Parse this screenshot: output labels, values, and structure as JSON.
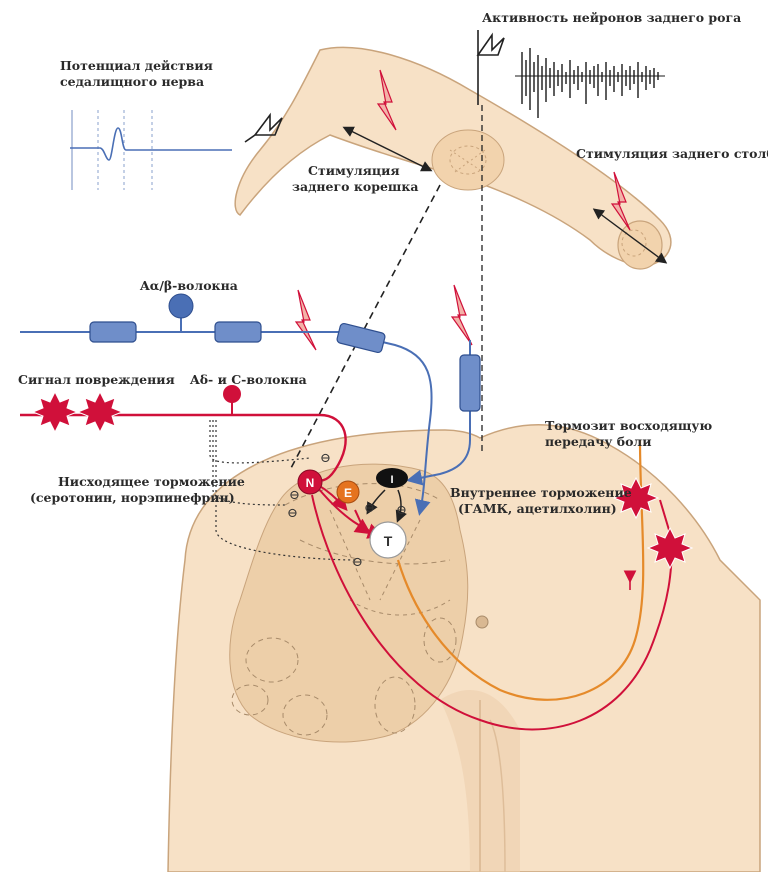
{
  "labels": {
    "action_potential_line1": "Потенциал действия",
    "action_potential_line2": "седалищного нерва",
    "dorsal_horn_activity": "Активность нейронов заднего рога",
    "dorsal_root_stim_line1": "Стимуляция",
    "dorsal_root_stim_line2": "заднего корешка",
    "dorsal_column_stim": "Стимуляция заднего столба",
    "abeta_fibers": "Aα/β-волокна",
    "injury_signal": "Сигнал повреждения",
    "adelta_c_fibers": "Aδ- и C-волокна",
    "descending_inhibition_line1": "Нисходящее торможение",
    "descending_inhibition_line2": "(серотонин, норэпинефрин)",
    "internal_inhibition_line1": "Внутреннее торможение",
    "internal_inhibition_line2": "(ГАМК, ацетилхолин)",
    "inhibits_ascending_line1": "Тормозит восходящую",
    "inhibits_ascending_line2": "передачу боли"
  },
  "neurons": {
    "n": "N",
    "e": "E",
    "i": "I",
    "t": "T"
  },
  "signs": {
    "minus": "⊖"
  },
  "colors": {
    "abeta_blue": "#4a6fb5",
    "nociceptive_red": "#d0103a",
    "excitatory_orange": "#e5731f",
    "ascending_orange": "#e58a2a",
    "tissue_beige": "#f7e1c6",
    "grey_matter": "#edcfa9",
    "outline": "#c9a47c"
  }
}
